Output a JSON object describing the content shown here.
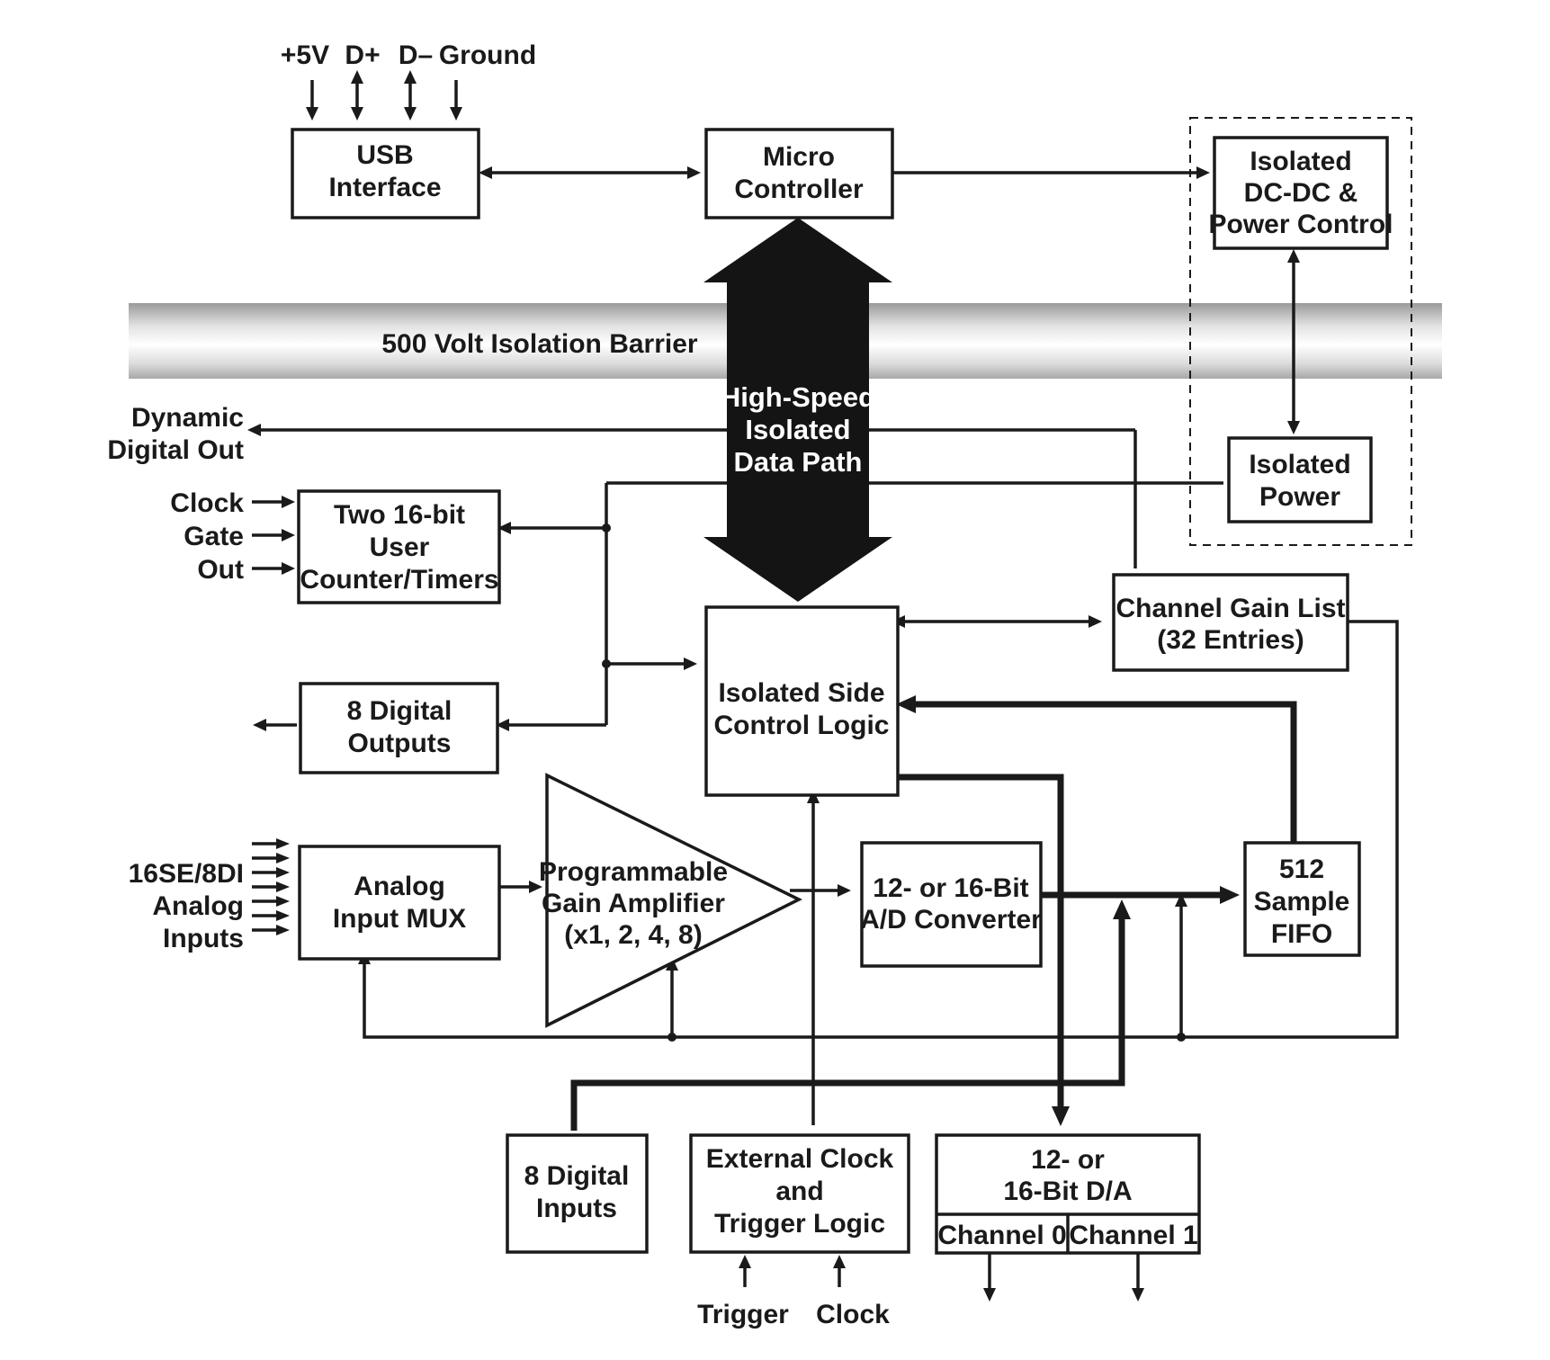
{
  "usb": {
    "signals": [
      "+5V",
      "D+",
      "D–",
      "Ground"
    ],
    "box": [
      "USB",
      "Interface"
    ]
  },
  "micro": [
    "Micro",
    "Controller"
  ],
  "isolated_dcdc": [
    "Isolated",
    "DC-DC &",
    "Power Control"
  ],
  "isolated_power": [
    "Isolated",
    "Power"
  ],
  "barrier": "500 Volt Isolation Barrier",
  "data_path": [
    "High-Speed",
    "Isolated",
    "Data Path"
  ],
  "dynamic_out": [
    "Dynamic",
    "Digital Out"
  ],
  "counter_inputs": [
    "Clock",
    "Gate",
    "Out"
  ],
  "counter": [
    "Two 16-bit",
    "User",
    "Counter/Timers"
  ],
  "digital_outputs": [
    "8 Digital",
    "Outputs"
  ],
  "control_logic": [
    "Isolated Side",
    "Control Logic"
  ],
  "gain_list": [
    "Channel Gain List",
    "(32 Entries)"
  ],
  "analog_label": [
    "16SE/8DI",
    "Analog",
    "Inputs"
  ],
  "mux": [
    "Analog",
    "Input MUX"
  ],
  "pga": [
    "Programmable",
    "Gain Amplifier",
    "(x1, 2, 4, 8)"
  ],
  "adc": [
    "12- or 16-Bit",
    "A/D Converter"
  ],
  "fifo": [
    "512",
    "Sample",
    "FIFO"
  ],
  "digital_inputs": [
    "8 Digital",
    "Inputs"
  ],
  "ext_clock": [
    "External Clock",
    "and",
    "Trigger Logic"
  ],
  "ext_inputs": [
    "Trigger",
    "Clock"
  ],
  "dac": {
    "title": [
      "12- or",
      "16-Bit D/A"
    ],
    "channels": [
      "Channel 0",
      "Channel 1"
    ]
  }
}
